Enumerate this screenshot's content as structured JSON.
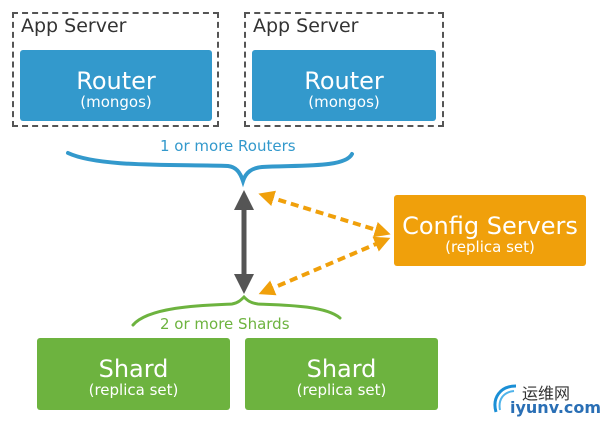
{
  "app_servers": [
    {
      "label": "App Server",
      "router": {
        "title": "Router",
        "subtitle": "(mongos)"
      }
    },
    {
      "label": "App Server",
      "router": {
        "title": "Router",
        "subtitle": "(mongos)"
      }
    }
  ],
  "routers_caption": "1 or more Routers",
  "config_servers": {
    "title": "Config Servers",
    "subtitle": "(replica set)"
  },
  "shards_caption": "2 or more Shards",
  "shards": [
    {
      "title": "Shard",
      "subtitle": "(replica set)"
    },
    {
      "title": "Shard",
      "subtitle": "(replica set)"
    }
  ],
  "watermark": {
    "chinese": "运维网",
    "domain": "iyunv.com"
  },
  "colors": {
    "router": "#3399cc",
    "config": "#f0a00b",
    "shard": "#6db33f",
    "arrow": "#555555"
  }
}
